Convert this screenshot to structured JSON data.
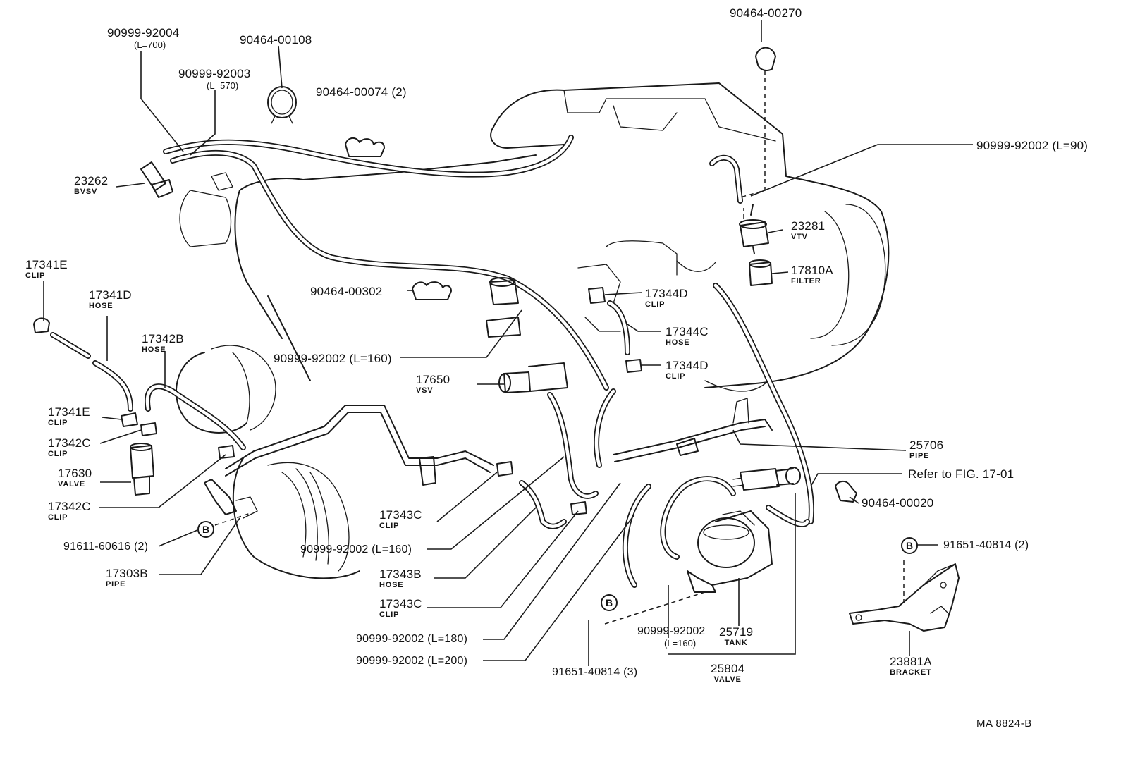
{
  "labels": {
    "p9099992004": {
      "num": "90999-92004",
      "sub": "(L=700)"
    },
    "p9099992003": {
      "num": "90999-92003",
      "sub": "(L=570)"
    },
    "p9046400108": {
      "num": "90464-00108"
    },
    "p9046400074": {
      "num": "90464-00074 (2)"
    },
    "p9046400270": {
      "num": "90464-00270"
    },
    "p9099992002_90": {
      "num": "90999-92002 (L=90)"
    },
    "p23262": {
      "num": "23262",
      "name": "BVSV"
    },
    "p23281": {
      "num": "23281",
      "name": "VTV"
    },
    "p17810A": {
      "num": "17810A",
      "name": "FILTER"
    },
    "p17341E_top": {
      "num": "17341E",
      "name": "CLIP"
    },
    "p9046400302": {
      "num": "90464-00302"
    },
    "p17344D_top": {
      "num": "17344D",
      "name": "CLIP"
    },
    "p17341D": {
      "num": "17341D",
      "name": "HOSE"
    },
    "p17344C": {
      "num": "17344C",
      "name": "HOSE"
    },
    "p17342B": {
      "num": "17342B",
      "name": "HOSE"
    },
    "p9099992002_160a": {
      "num": "90999-92002 (L=160)"
    },
    "p17344D_bot": {
      "num": "17344D",
      "name": "CLIP"
    },
    "p17650": {
      "num": "17650",
      "name": "VSV"
    },
    "p17341E_bot": {
      "num": "17341E",
      "name": "CLIP"
    },
    "p17342C_top": {
      "num": "17342C",
      "name": "CLIP"
    },
    "p17630": {
      "num": "17630",
      "name": "VALVE"
    },
    "p17342C_bot": {
      "num": "17342C",
      "name": "CLIP"
    },
    "p25706": {
      "num": "25706",
      "name": "PIPE"
    },
    "refer": {
      "num": "Refer to FIG. 17-01"
    },
    "p9046400020": {
      "num": "90464-00020"
    },
    "p17343C_top": {
      "num": "17343C",
      "name": "CLIP"
    },
    "p9161160616": {
      "num": "91611-60616 (2)"
    },
    "p9099992002_160b": {
      "num": "90999-92002  (L=160)"
    },
    "p9165140814_2": {
      "num": "91651-40814 (2)"
    },
    "p17303B": {
      "num": "17303B",
      "name": "PIPE"
    },
    "p17343B": {
      "num": "17343B",
      "name": "HOSE"
    },
    "p17343C_bot": {
      "num": "17343C",
      "name": "CLIP"
    },
    "p9099992002_180": {
      "num": "90999-92002 (L=180)"
    },
    "p9099992002_200": {
      "num": "90999-92002 (L=200)"
    },
    "p9099992002_160c": {
      "num": "90999-92002",
      "sub": "(L=160)"
    },
    "p25719": {
      "num": "25719",
      "name": "TANK"
    },
    "p23881A": {
      "num": "23881A",
      "name": "BRACKET"
    },
    "p9165140814_3": {
      "num": "91651-40814 (3)"
    },
    "p25804": {
      "num": "25804",
      "name": "VALVE"
    }
  },
  "bolt_marks": [
    "B",
    "B",
    "B"
  ],
  "diagram_code": "MA  8824-B",
  "colors": {
    "ink": "#1a1a1a",
    "paper": "#ffffff"
  }
}
